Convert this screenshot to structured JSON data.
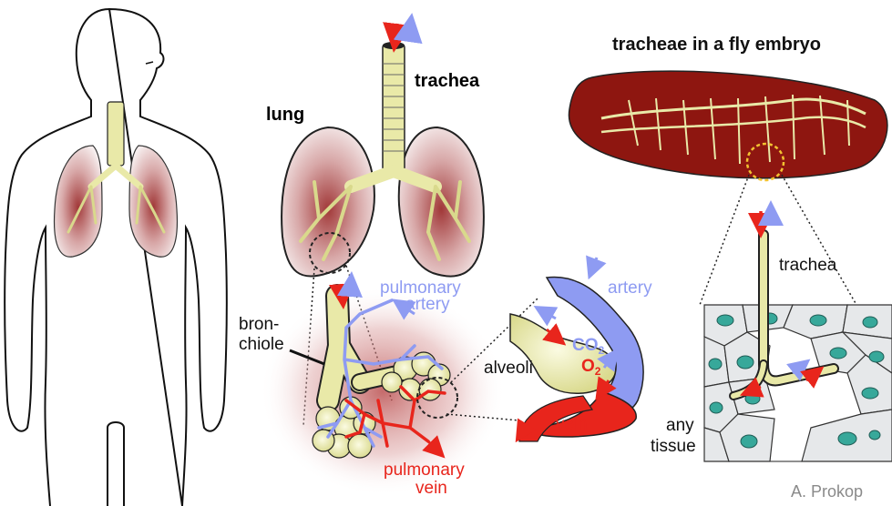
{
  "labels": {
    "lung": "lung",
    "trachea_main": "trachea",
    "fly_title": "tracheae in a fly embryo",
    "pulmonary_artery_1": "pulmonary",
    "pulmonary_artery_2": "artery",
    "bronchiole_1": "bron-",
    "bronchiole_2": "chiole",
    "alveoli": "alveoli",
    "artery": "artery",
    "co2_main": "CO",
    "co2_sub": "2",
    "o2_main": "O",
    "o2_sub": "2",
    "vein": "vein",
    "pulmonary_vein_1": "pulmonary",
    "pulmonary_vein_2": "vein",
    "trachea_fly": "trachea",
    "any": "any",
    "tissue": "tissue",
    "credit": "A. Prokop"
  },
  "colors": {
    "airway": "#e9e9a8",
    "airway_stroke": "#222222",
    "lung_tissue": "#f3e4e4",
    "lung_shade": "#b85a5a",
    "artery_blue": "#8e9bf2",
    "vein_red": "#e8251c",
    "embryo": "#8e1610",
    "cell_fill": "#e6e8ea",
    "nucleus": "#37a89a",
    "credit_gray": "#8a8a8a"
  }
}
